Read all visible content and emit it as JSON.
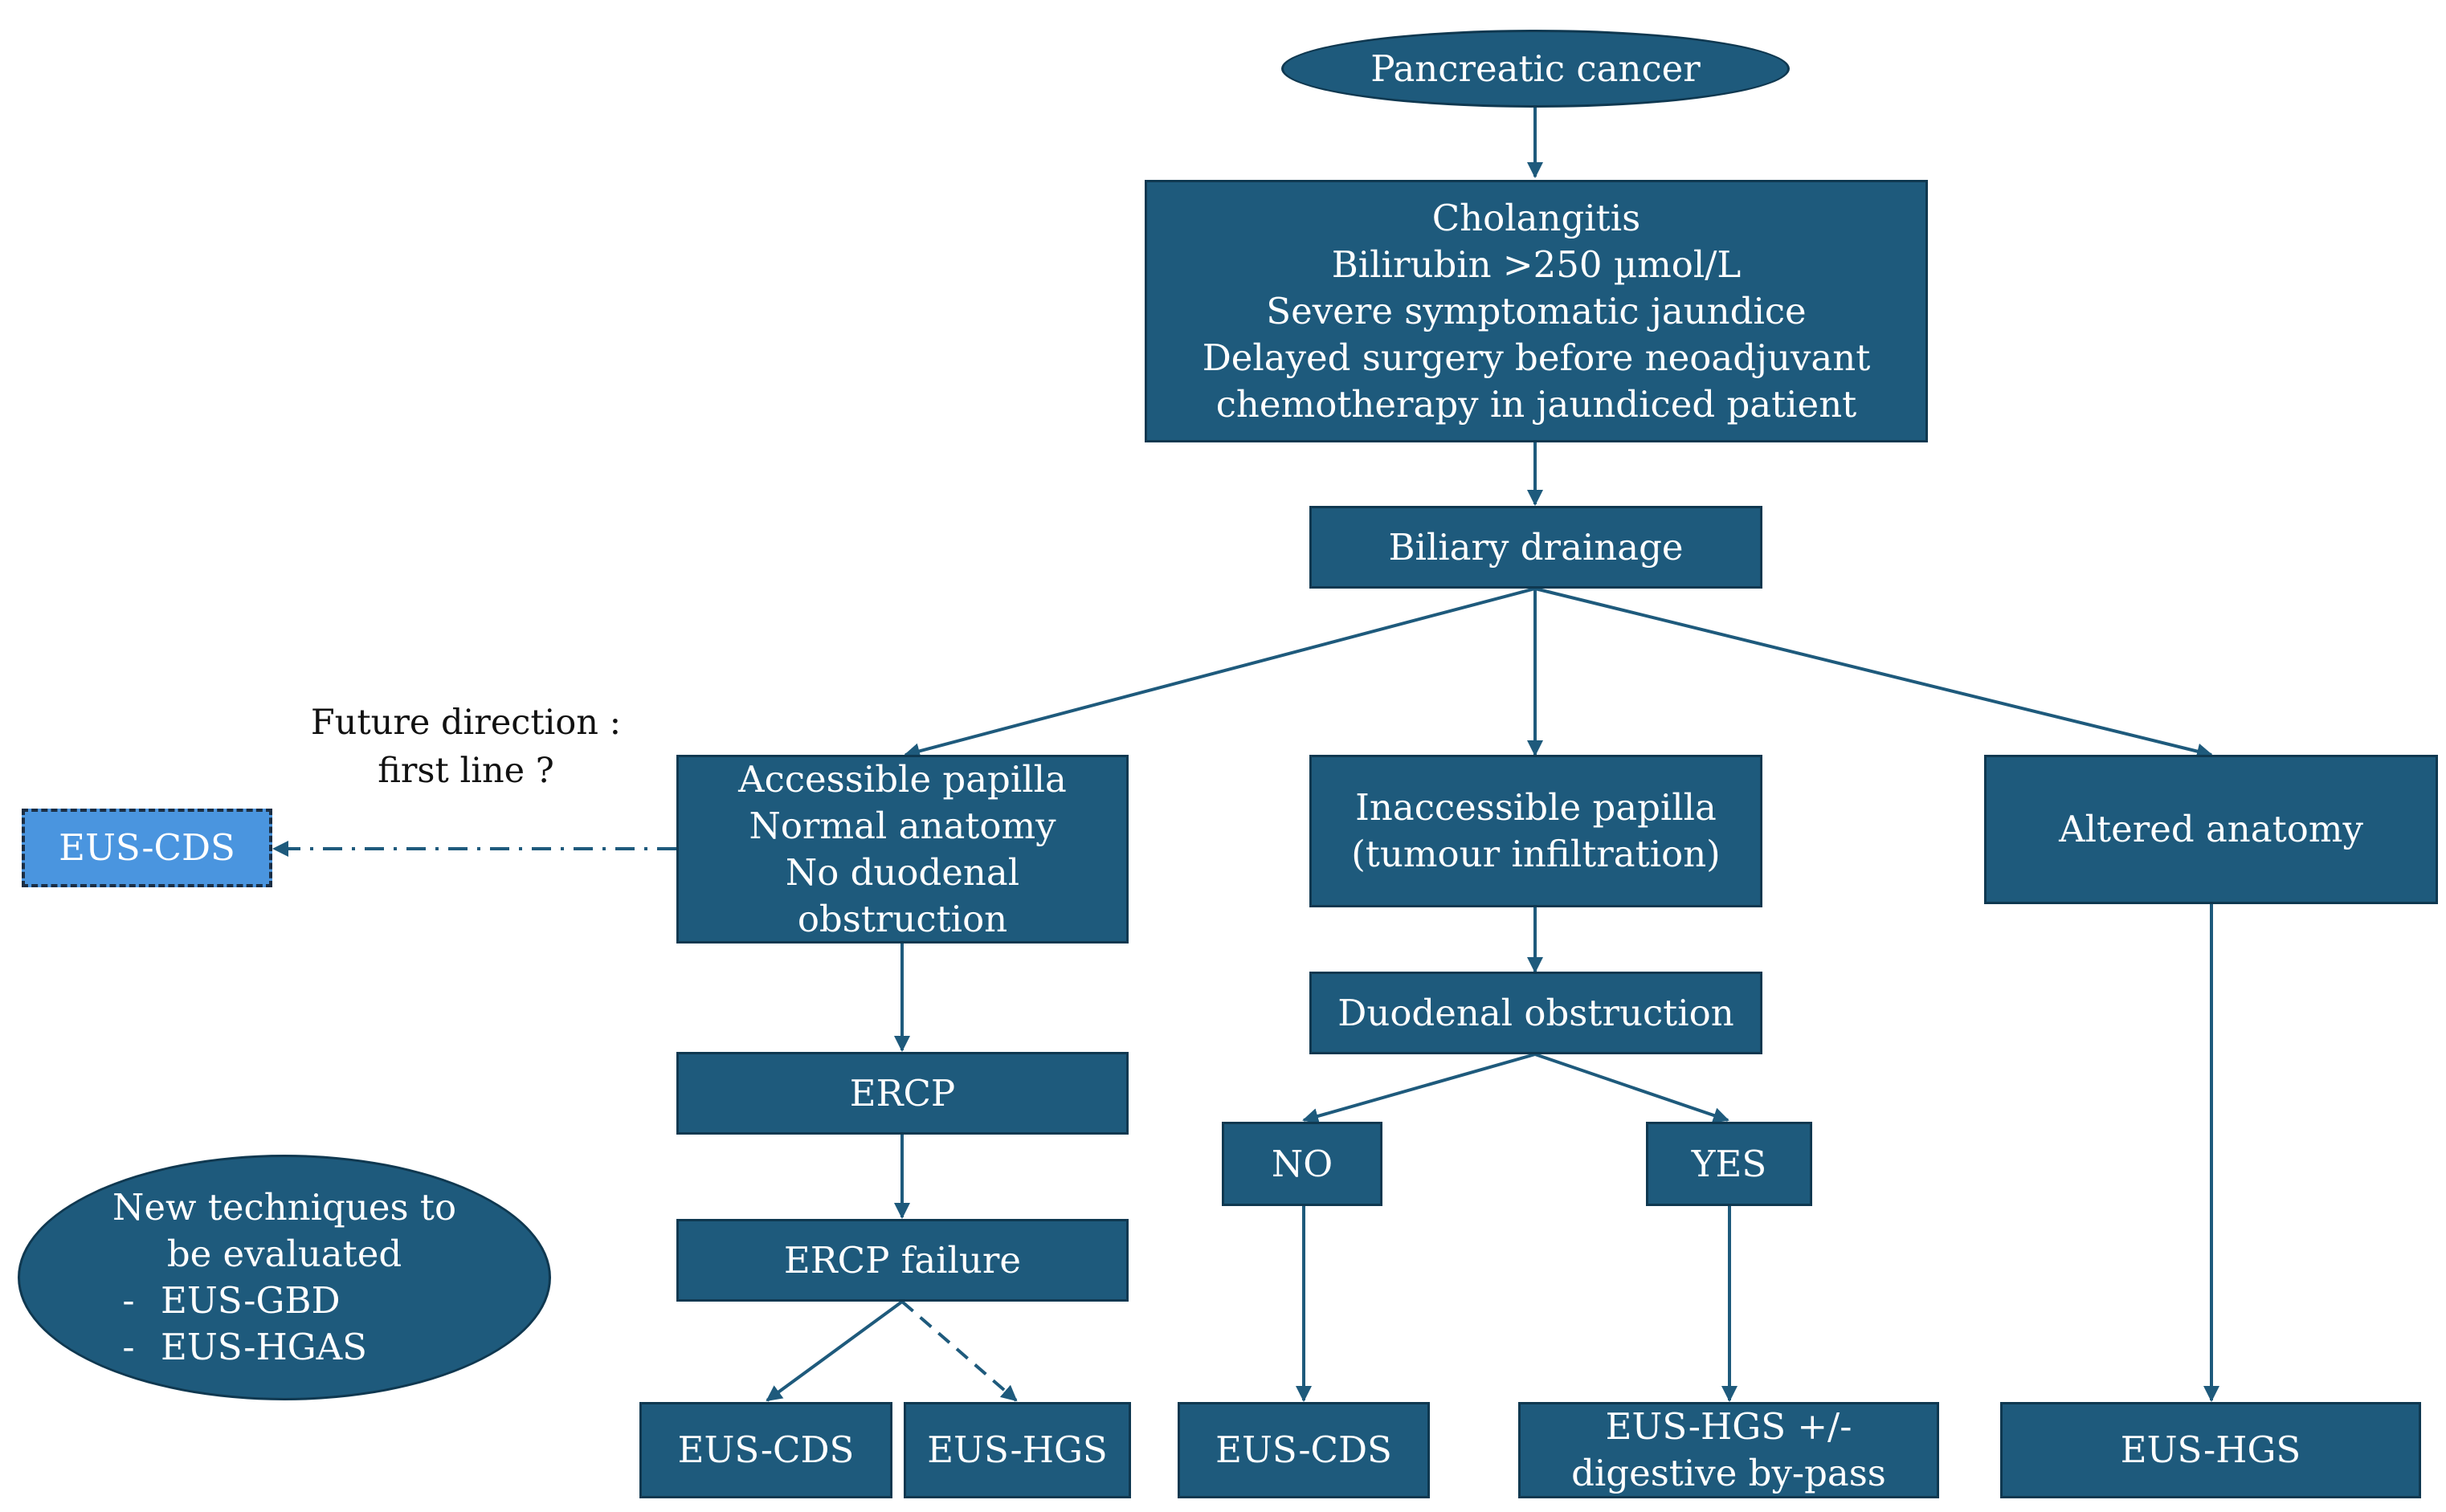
{
  "colors": {
    "node_fill": "#1e5a7c",
    "node_border": "#0f3850",
    "highlight_fill": "#4a95df",
    "connector": "#1e5a7c",
    "text_on_node": "#ffffff"
  },
  "nodes": {
    "pancreatic_cancer": "Pancreatic cancer",
    "indications": [
      "Cholangitis",
      "Bilirubin >250 µmol/L",
      "Severe symptomatic jaundice",
      "Delayed surgery before neoadjuvant",
      "chemotherapy in jaundiced patient"
    ],
    "biliary_drainage": "Biliary drainage",
    "accessible_papilla": [
      "Accessible papilla",
      "Normal anatomy",
      "No duodenal",
      "obstruction"
    ],
    "inaccessible_papilla": [
      "Inaccessible papilla",
      "(tumour infiltration)"
    ],
    "altered_anatomy": "Altered anatomy",
    "ercp": "ERCP",
    "ercp_failure": "ERCP failure",
    "duodenal_obstruction": "Duodenal obstruction",
    "no": "NO",
    "yes": "YES",
    "eus_cds_future": "EUS-CDS",
    "eus_cds_left": "EUS-CDS",
    "eus_hgs_left": "EUS-HGS",
    "eus_cds_mid": "EUS-CDS",
    "eus_hgs_bypass": [
      "EUS-HGS +/-",
      "digestive by-pass"
    ],
    "eus_hgs_right": "EUS-HGS"
  },
  "annotations": {
    "future_direction": [
      "Future direction :",
      "first line ?"
    ],
    "new_techniques": {
      "title": [
        "New techniques to",
        "be evaluated"
      ],
      "items": [
        {
          "dash": "-",
          "label": "EUS-GBD"
        },
        {
          "dash": "-",
          "label": "EUS-HGAS"
        }
      ]
    }
  }
}
